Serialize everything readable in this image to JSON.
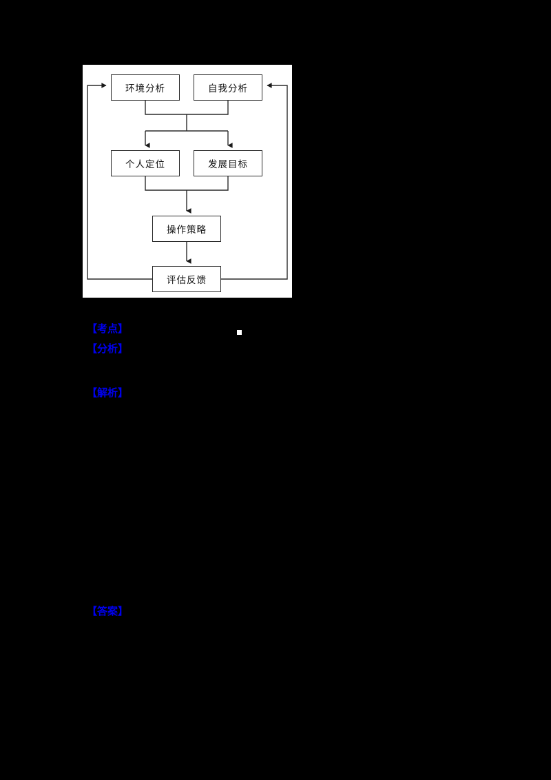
{
  "page": {
    "background_color": "#000000",
    "canvas_color": "#ffffff"
  },
  "diagram": {
    "name": "career-planning-cycle-flowchart",
    "line_color": "#2a2a2a",
    "text_color": "#111111",
    "nodes": [
      {
        "id": "env",
        "label": "环境分析",
        "row": 1,
        "col": 1
      },
      {
        "id": "self",
        "label": "自我分析",
        "row": 1,
        "col": 2
      },
      {
        "id": "position",
        "label": "个人定位",
        "row": 2,
        "col": 1
      },
      {
        "id": "goal",
        "label": "发展目标",
        "row": 2,
        "col": 2
      },
      {
        "id": "strategy",
        "label": "操作策略",
        "row": 3,
        "col": 0
      },
      {
        "id": "feedback",
        "label": "评估反馈",
        "row": 4,
        "col": 0
      }
    ],
    "edges": [
      {
        "from": "env",
        "to": "position",
        "type": "merge-split-arrow"
      },
      {
        "from": "env",
        "to": "goal",
        "type": "merge-split-arrow"
      },
      {
        "from": "self",
        "to": "position",
        "type": "merge-split-arrow"
      },
      {
        "from": "self",
        "to": "goal",
        "type": "merge-split-arrow"
      },
      {
        "from": "position",
        "to": "strategy",
        "type": "merge-arrow"
      },
      {
        "from": "goal",
        "to": "strategy",
        "type": "merge-arrow"
      },
      {
        "from": "strategy",
        "to": "feedback",
        "type": "arrow"
      },
      {
        "from": "feedback",
        "to": "env",
        "type": "feedback-loop-left"
      },
      {
        "from": "feedback",
        "to": "self",
        "type": "feedback-loop-right"
      }
    ]
  },
  "field_labels": {
    "accent_color": "#0000ee",
    "items": [
      {
        "id": "label-1",
        "text": "【考点】"
      },
      {
        "id": "label-2",
        "text": "【分析】"
      },
      {
        "id": "label-3",
        "text": "【解析】"
      },
      {
        "id": "label-4",
        "text": "【答案】"
      }
    ]
  },
  "artifacts": {
    "caret": {
      "name": "text-caret-artifact",
      "color": "#ffffff"
    }
  }
}
